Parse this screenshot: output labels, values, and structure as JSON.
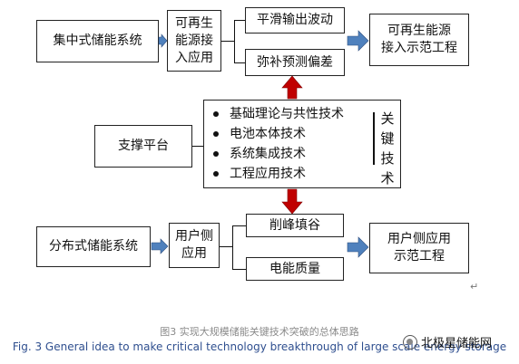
{
  "top_row": {
    "central": "集中式储能系统",
    "renewable_line1": "可再生",
    "renewable_line2": "能源接",
    "renewable_line3": "入应用",
    "smooth": "平滑输出波动",
    "compensate": "弥补预测偏差",
    "demo_line1": "可再生能源",
    "demo_line2": "接入示范工程"
  },
  "middle_row": {
    "support": "支撑平台",
    "items": [
      "基础理论与共性技术",
      "电池本体技术",
      "系统集成技术",
      "工程应用技术"
    ],
    "key_tech": [
      "关",
      "键",
      "技",
      "术"
    ]
  },
  "bottom_row": {
    "distributed": "分布式储能系统",
    "user_line1": "用户侧",
    "user_line2": "应用",
    "peak": "削峰填谷",
    "quality": "电能质量",
    "demo_line1": "用户侧应用",
    "demo_line2": "示范工程"
  },
  "colors": {
    "blue_arrow": "#4f81bd",
    "red_arrow": "#c00000"
  },
  "caption_cn": "图3 实现大规模储能关键技术突破的总体思路",
  "caption_en": "Fig. 3 General idea to make critical technology breakthrough of large scale energy storage",
  "watermark": "北极星储能网",
  "paragraph_mark": "↵"
}
